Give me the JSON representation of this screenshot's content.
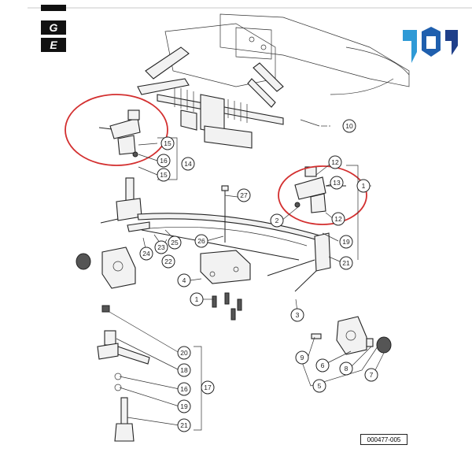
{
  "side_tabs": [
    "G",
    "E"
  ],
  "reference_code": "000477-005",
  "callouts": {
    "c1": "1",
    "c2": "2",
    "c3": "3",
    "c4": "4",
    "c5": "5",
    "c6": "6",
    "c7": "7",
    "c8": "8",
    "c9": "9",
    "c10": "10",
    "c12a": "12",
    "c12b": "12",
    "c13": "13",
    "c14": "14",
    "c15a": "15",
    "c15b": "15",
    "c16a": "16",
    "c19a": "19",
    "c21a": "21",
    "c22": "22",
    "c23": "23",
    "c24": "24",
    "c25": "25",
    "c26": "26",
    "c27": "27",
    "c20": "20",
    "c18": "18",
    "c16b": "16",
    "c19b": "19",
    "c21b": "21",
    "c17": "17",
    "c1b": "1"
  },
  "colors": {
    "highlight": "#d32f2f",
    "logo_light": "#2f9ad6",
    "logo_dark": "#1f3f8a"
  }
}
